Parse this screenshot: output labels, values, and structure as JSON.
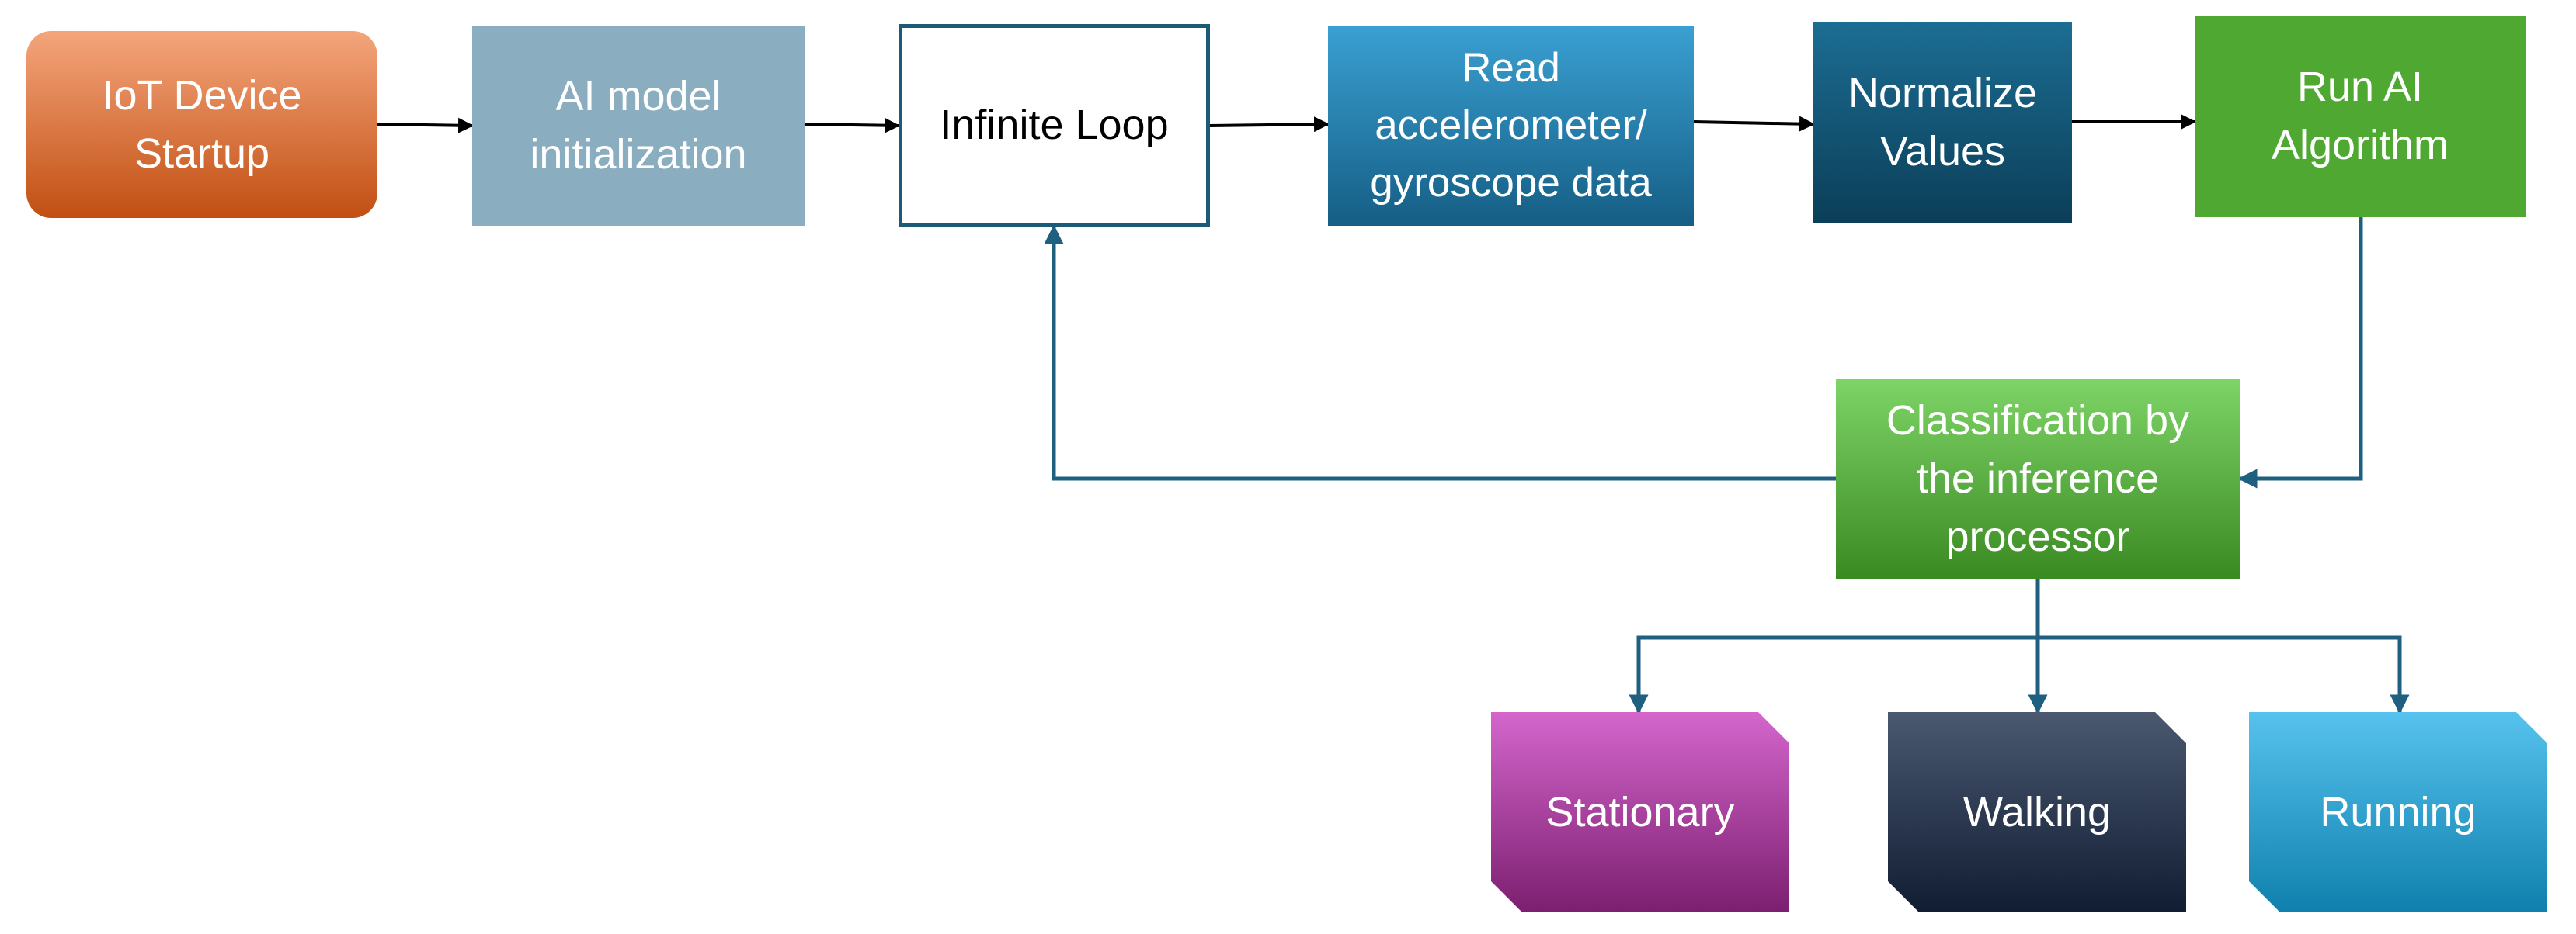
{
  "nodes": {
    "startup": {
      "label": "IoT Device\nStartup"
    },
    "init": {
      "label": "AI model\ninitialization"
    },
    "loop": {
      "label": "Infinite Loop"
    },
    "read": {
      "label": "Read\naccelerometer/\ngyroscope data"
    },
    "normalize": {
      "label": "Normalize\nValues"
    },
    "run": {
      "label": "Run AI\nAlgorithm"
    },
    "classify": {
      "label": "Classification by\nthe inference\nprocessor"
    },
    "stationary": {
      "label": "Stationary"
    },
    "walking": {
      "label": "Walking"
    },
    "running": {
      "label": "Running"
    }
  },
  "colors": {
    "connector_flow": "#000000",
    "connector_loop": "#1f5f7f",
    "startup": [
      "#f4a57c",
      "#c24f12"
    ],
    "init": "#8aadbf",
    "loop_border": "#1b5b78",
    "read": [
      "#3aa0d2",
      "#155e85"
    ],
    "normalize": [
      "#1c6d93",
      "#0b3e58"
    ],
    "run": "#4ea832",
    "classify": [
      "#7ed467",
      "#3a8a22"
    ],
    "stationary": [
      "#d466cc",
      "#7c1f70"
    ],
    "walking": [
      "#4a5870",
      "#101d33"
    ],
    "running": [
      "#57c2ee",
      "#0f80ad"
    ]
  }
}
